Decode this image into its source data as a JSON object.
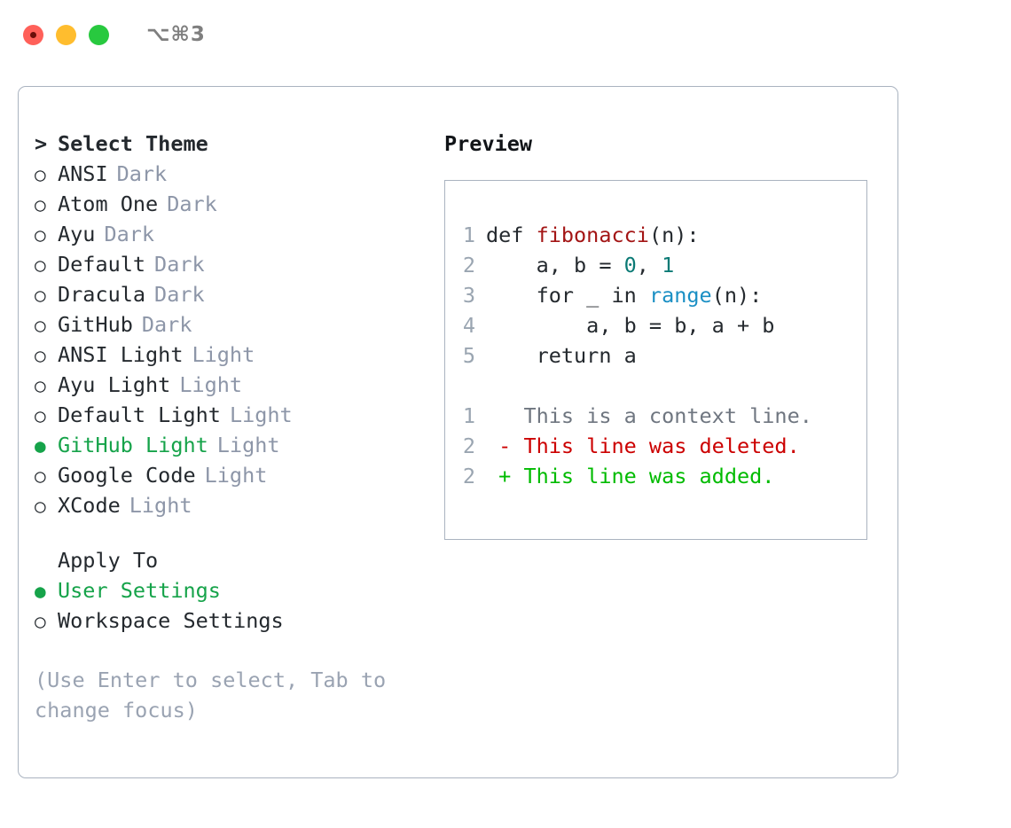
{
  "titlebar": {
    "shortcut": "⌥⌘3",
    "lights": [
      "close",
      "minimize",
      "zoom"
    ]
  },
  "theme_picker": {
    "header": {
      "marker": ">",
      "label": "Select Theme"
    },
    "unselected_marker": "○",
    "selected_marker": "●",
    "items": [
      {
        "label": "ANSI",
        "tag": "Dark",
        "selected": false
      },
      {
        "label": "Atom One",
        "tag": "Dark",
        "selected": false
      },
      {
        "label": "Ayu",
        "tag": "Dark",
        "selected": false
      },
      {
        "label": "Default",
        "tag": "Dark",
        "selected": false
      },
      {
        "label": "Dracula",
        "tag": "Dark",
        "selected": false
      },
      {
        "label": "GitHub",
        "tag": "Dark",
        "selected": false
      },
      {
        "label": "ANSI Light",
        "tag": "Light",
        "selected": false
      },
      {
        "label": "Ayu Light",
        "tag": "Light",
        "selected": false
      },
      {
        "label": "Default Light",
        "tag": "Light",
        "selected": false
      },
      {
        "label": "GitHub Light",
        "tag": "Light",
        "selected": true
      },
      {
        "label": "Google Code",
        "tag": "Light",
        "selected": false
      },
      {
        "label": "XCode",
        "tag": "Light",
        "selected": false
      }
    ]
  },
  "apply_to": {
    "title": "Apply To",
    "items": [
      {
        "label": "User Settings",
        "marker": "●",
        "selected": true
      },
      {
        "label": "Workspace Settings",
        "marker": "○",
        "selected": false
      }
    ]
  },
  "hint": "(Use Enter to select, Tab to change focus)",
  "preview": {
    "title": "Preview",
    "code_lines": [
      {
        "no": "1",
        "parts": [
          {
            "text": "def ",
            "style": "plain"
          },
          {
            "text": "fibonacci",
            "style": "fn"
          },
          {
            "text": "(n):",
            "style": "plain"
          }
        ]
      },
      {
        "no": "2",
        "parts": [
          {
            "text": "    a, b = ",
            "style": "plain"
          },
          {
            "text": "0",
            "style": "num"
          },
          {
            "text": ", ",
            "style": "plain"
          },
          {
            "text": "1",
            "style": "num"
          }
        ]
      },
      {
        "no": "3",
        "parts": [
          {
            "text": "    for _ in ",
            "style": "plain"
          },
          {
            "text": "range",
            "style": "call"
          },
          {
            "text": "(n):",
            "style": "plain"
          }
        ]
      },
      {
        "no": "4",
        "parts": [
          {
            "text": "        a, b = b, a + b",
            "style": "plain"
          }
        ]
      },
      {
        "no": "5",
        "parts": [
          {
            "text": "    return a",
            "style": "plain"
          }
        ]
      }
    ],
    "diff_lines": [
      {
        "no": "1",
        "sign": " ",
        "text": "This is a context line.",
        "kind": "ctx"
      },
      {
        "no": "2",
        "sign": "-",
        "text": "This line was deleted.",
        "kind": "del"
      },
      {
        "no": "2",
        "sign": "+",
        "text": "This line was added.",
        "kind": "add"
      }
    ]
  },
  "colors": {
    "selection_green": "#16a34a",
    "muted": "#8d96a8",
    "border": "#aab3c0",
    "diff_add": "#00bb00",
    "diff_del": "#cc0000",
    "token_fn": "#a31515",
    "token_num": "#0b7a75",
    "token_call": "#1a8fc4"
  }
}
